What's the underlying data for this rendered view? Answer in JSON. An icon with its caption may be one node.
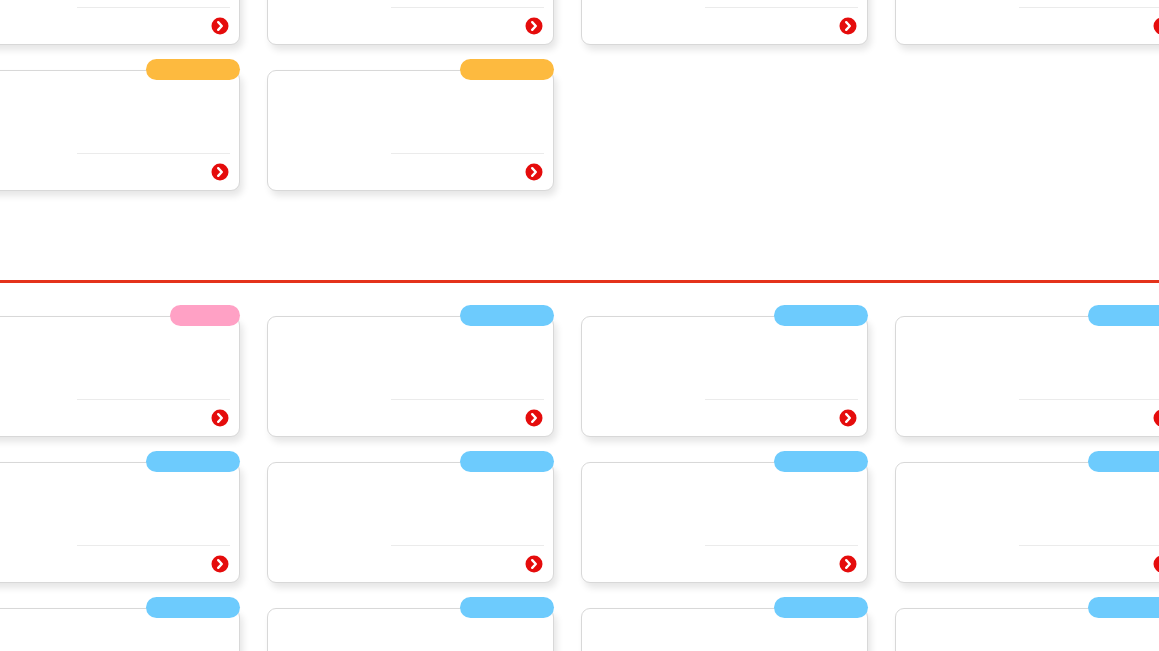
{
  "diagram": {
    "nodes": [
      {
        "text": [],
        "shape": "box"
      },
      {
        "text": [],
        "shape": "box"
      },
      {
        "text": [],
        "shape": "box"
      },
      {
        "text": [],
        "shape": "box"
      },
      {
        "text": [],
        "shape": "box"
      },
      {
        "text": [],
        "shape": "bar"
      },
      {
        "text": [],
        "shape": "box"
      },
      {
        "text": [],
        "shape": "bar"
      },
      {
        "text": [],
        "shape": "box"
      },
      {
        "text": [],
        "shape": "bar"
      },
      {
        "text": [],
        "shape": "box"
      },
      {
        "text": [],
        "shape": "bar"
      },
      {
        "text": [],
        "shape": "box"
      },
      {
        "text": [],
        "shape": "bar"
      },
      {
        "text": [],
        "shape": "box"
      },
      {
        "text": [],
        "shape": "bar"
      },
      {
        "text": [],
        "shape": "box"
      },
      {
        "text": [],
        "shape": "bar"
      },
      {
        "text": [],
        "shape": "box"
      },
      {
        "text": [],
        "shape": "bar"
      },
      {
        "text": [],
        "shape": "box"
      },
      {
        "text": [],
        "shape": "bar"
      },
      {
        "text": [],
        "shape": "box"
      },
      {
        "text": [],
        "shape": "bar"
      },
      {
        "text": [],
        "shape": "box"
      },
      {
        "text": [],
        "shape": "bar"
      },
      {
        "text": [],
        "shape": "box"
      },
      {
        "text": [],
        "shape": "bar"
      },
      {
        "text": [],
        "shape": "box"
      },
      {
        "text": [],
        "shape": "bar"
      },
      {
        "text": [],
        "shape": "box"
      },
      {
        "text": [],
        "shape": "bar"
      }
    ]
  }
}
